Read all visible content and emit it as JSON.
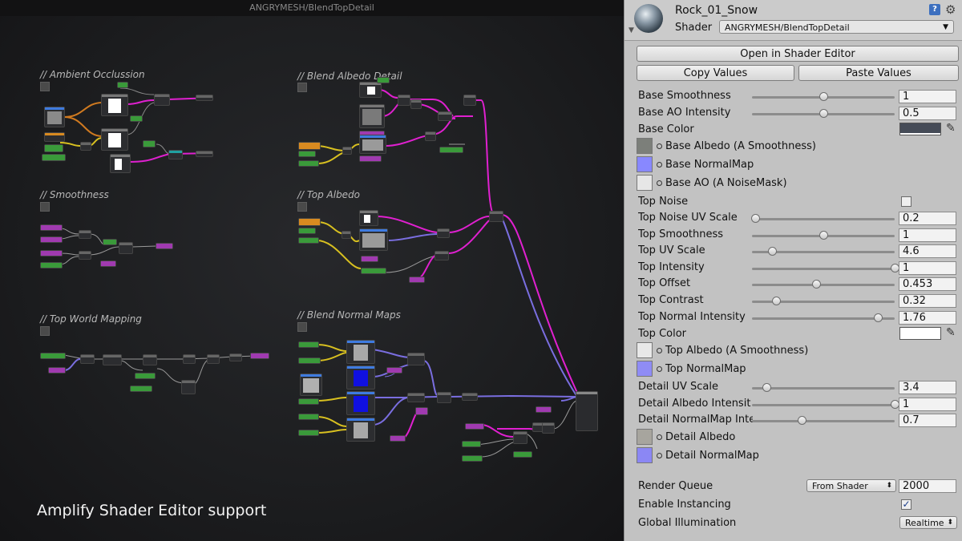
{
  "graph": {
    "window_title": "ANGRYMESH/BlendTopDetail",
    "groups": [
      {
        "key": "ao",
        "title": "// Ambient Occlussion"
      },
      {
        "key": "smooth",
        "title": "// Smoothness"
      },
      {
        "key": "twm",
        "title": "// Top World Mapping"
      },
      {
        "key": "bad",
        "title": "// Blend Albedo Detail"
      },
      {
        "key": "ta",
        "title": "// Top Albedo"
      },
      {
        "key": "bnm",
        "title": "// Blend Normal Maps"
      }
    ],
    "caption": "Amplify Shader Editor support",
    "wire_colors": {
      "magenta": "#e020d0",
      "purple": "#7a6ee0",
      "yellow": "#d8c020",
      "orange": "#d07a20",
      "grey": "#8a8a8a",
      "white": "#d8d8d8"
    }
  },
  "inspector": {
    "material_name": "Rock_01_Snow",
    "shader_label": "Shader",
    "shader_value": "ANGRYMESH/BlendTopDetail",
    "help_icon": "?",
    "gear_icon": "gear-icon",
    "buttons": {
      "open": "Open in Shader Editor",
      "copy": "Copy Values",
      "paste": "Paste Values"
    },
    "properties": {
      "base_smoothness": {
        "label": "Base Smoothness",
        "value": "1",
        "fraction": 0.5
      },
      "base_ao_intensity": {
        "label": "Base AO Intensity",
        "value": "0.5",
        "fraction": 0.5
      },
      "base_color": {
        "label": "Base Color",
        "color": "#454b57"
      },
      "base_albedo": {
        "label": "Base Albedo (A Smoothness)"
      },
      "base_normalmap": {
        "label": "Base NormalMap"
      },
      "base_ao": {
        "label": "Base AO (A NoiseMask)"
      },
      "top_noise": {
        "label": "Top Noise",
        "checked": false
      },
      "top_noise_uv_scale": {
        "label": "Top Noise UV Scale",
        "value": "0.2",
        "fraction": 0.02
      },
      "top_smoothness": {
        "label": "Top Smoothness",
        "value": "1",
        "fraction": 0.5
      },
      "top_uv_scale": {
        "label": "Top UV Scale",
        "value": "4.6",
        "fraction": 0.14
      },
      "top_intensity": {
        "label": "Top Intensity",
        "value": "1",
        "fraction": 1.0
      },
      "top_offset": {
        "label": "Top Offset",
        "value": "0.453",
        "fraction": 0.45
      },
      "top_contrast": {
        "label": "Top Contrast",
        "value": "0.32",
        "fraction": 0.17
      },
      "top_normal_intensity": {
        "label": "Top Normal Intensity",
        "value": "1.76",
        "fraction": 0.88
      },
      "top_color": {
        "label": "Top Color",
        "color": "#ffffff"
      },
      "top_albedo": {
        "label": "Top Albedo (A Smoothness)"
      },
      "top_normalmap": {
        "label": "Top NormalMap"
      },
      "detail_uv_scale": {
        "label": "Detail UV Scale",
        "value": "3.4",
        "fraction": 0.1
      },
      "detail_albedo_intensity": {
        "label": "Detail Albedo Intensit",
        "value": "1",
        "fraction": 1.0
      },
      "detail_normalmap_intensity": {
        "label": "Detail NormalMap Inte",
        "value": "0.7",
        "fraction": 0.35
      },
      "detail_albedo": {
        "label": "Detail Albedo"
      },
      "detail_normalmap": {
        "label": "Detail NormalMap"
      }
    },
    "render_queue": {
      "label": "Render Queue",
      "mode": "From Shader",
      "value": "2000"
    },
    "enable_instancing": {
      "label": "Enable Instancing",
      "checked": true
    },
    "global_illumination": {
      "label": "Global Illumination",
      "value": "Realtime"
    }
  }
}
